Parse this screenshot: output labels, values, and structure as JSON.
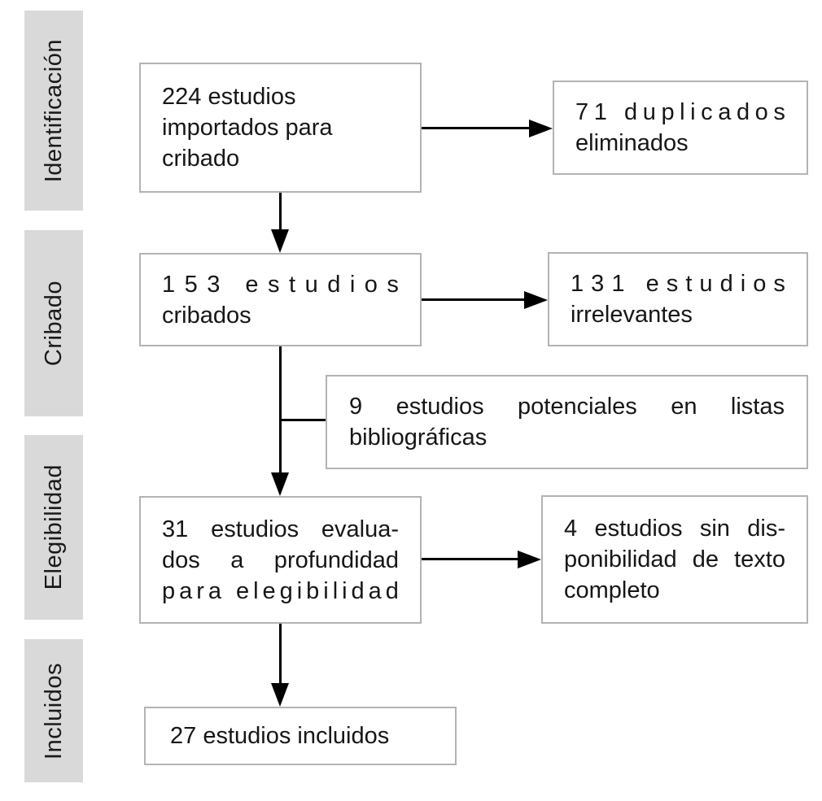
{
  "diagram": {
    "title": "PRISMA flow diagram (Spanish)",
    "colors": {
      "stage_background": "#d9d9d9",
      "box_border": "#b3b3b3",
      "arrow": "#000000",
      "text": "#1a1a1a"
    },
    "stages": [
      "Identificación",
      "Cribado",
      "Elegibilidad",
      "Incluidos"
    ],
    "boxes": {
      "imported": {
        "count": 224,
        "text": "224 estudios importados para cribado",
        "lines": [
          "224 estudios",
          "importados para",
          "cribado"
        ]
      },
      "duplicates": {
        "count": 71,
        "text": "71 duplicados eliminados",
        "lines": [
          "71 duplicados",
          "eliminados"
        ]
      },
      "screened": {
        "count": 153,
        "text": "153 estudios cribados",
        "lines": [
          "153 estudios",
          "cribados"
        ]
      },
      "irrelevant": {
        "count": 131,
        "text": "131 estudios irrelevantes",
        "lines": [
          "131 estudios",
          "irrelevantes"
        ]
      },
      "bibliographic": {
        "count": 9,
        "text": "9 estudios potenciales en listas bibliográficas",
        "lines": [
          "9 estudios potenciales en listas",
          "bibliográficas"
        ]
      },
      "eligibility": {
        "count": 31,
        "text": "31 estudios evaluados a profundidad para elegibilidad",
        "lines": [
          "31 estudios evalua-",
          "dos a profundidad",
          "para elegibilidad"
        ]
      },
      "no_fulltext": {
        "count": 4,
        "text": "4 estudios sin disponibilidad de texto completo",
        "lines": [
          "4 estudios sin dis-",
          "ponibilidad de texto",
          "completo"
        ]
      },
      "included": {
        "count": 27,
        "text": "27 estudios incluidos",
        "lines": [
          "27 estudios incluidos"
        ]
      }
    }
  }
}
